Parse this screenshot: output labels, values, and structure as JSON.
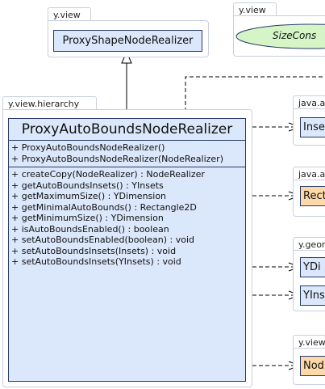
{
  "packages": {
    "top_left": "y.view",
    "top_right": "y.view",
    "hierarchy": "y.view.hierarchy",
    "right_1": "java.a",
    "right_2": "java.a",
    "right_3": "y.geor",
    "right_4": "y.view"
  },
  "classes": {
    "proxy_shape": "ProxyShapeNodeRealizer",
    "size_cons": "SizeCons",
    "main": {
      "name": "ProxyAutoBoundsNodeRealizer",
      "constructors": [
        "+ ProxyAutoBoundsNodeRealizer()",
        "+ ProxyAutoBoundsNodeRealizer(NodeRealizer)"
      ],
      "methods": [
        "+ createCopy(NodeRealizer) : NodeRealizer",
        "+ getAutoBoundsInsets() : YInsets",
        "+ getMaximumSize() : YDimension",
        "+ getMinimalAutoBounds() : Rectangle2D",
        "+ getMinimumSize() : YDimension",
        "+ isAutoBoundsEnabled() : boolean",
        "+ setAutoBoundsEnabled(boolean) : void",
        "+ setAutoBoundsInsets(Insets) : void",
        "+ setAutoBoundsInsets(YInsets) : void"
      ]
    },
    "right_1": "Inse",
    "right_2": "Rect",
    "right_3a": "YDi",
    "right_3b": "YIns",
    "right_4": "Nod"
  },
  "colors": {
    "class_fill": "#dbe7fb",
    "interface_fill": "#fdd8a8",
    "ellipse_fill": "#d6f5c6",
    "package_border": "#c9cfe0"
  }
}
